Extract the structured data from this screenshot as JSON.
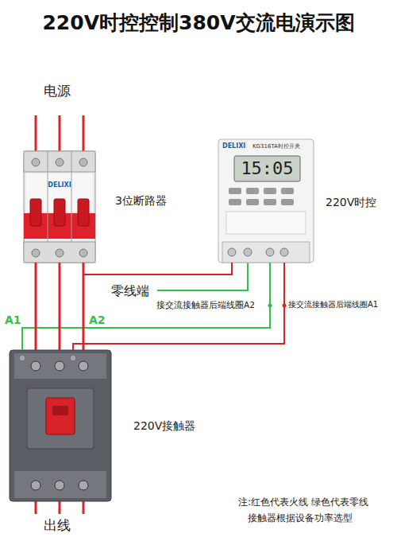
{
  "diagram": {
    "title": "220V时控控制380V交流电演示图",
    "nodes": [
      {
        "text": [
          "3位断路器"
        ]
      },
      {
        "text": [
          "220V时控"
        ]
      },
      {
        "text": [
          "220V接触器"
        ]
      }
    ],
    "edges": [
      {
        "from": 0,
        "to": 1,
        "arrow": "none"
      },
      {
        "from": 1,
        "to": 2,
        "arrow": "none"
      },
      {
        "from": 1,
        "to": 2,
        "arrow": "none"
      },
      {
        "from": 0,
        "to": 2,
        "arrow": "none"
      },
      {
        "from": 0,
        "to": 2,
        "arrow": "none"
      },
      {
        "from": 0,
        "to": 2,
        "arrow": "none"
      }
    ],
    "labels": [
      "电源",
      "零线端",
      "接交流接触器后端线圈A2",
      "接交流接触器后端线圈A1",
      "A1",
      "A2",
      "出线",
      "注:红色代表火线 绿色代表零线",
      "接触器根据设备功率选型",
      "DELIXI",
      "DELIXI",
      "KG316TA时控开关",
      "15:05"
    ]
  }
}
